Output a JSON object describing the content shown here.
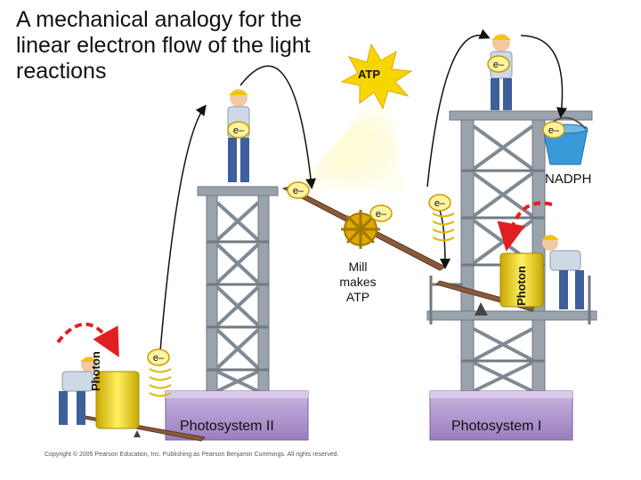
{
  "title": "A mechanical analogy for the linear electron flow of the light reactions",
  "electron_label": "e–",
  "atp_label": "ATP",
  "nadph_label": "NADPH",
  "mill_label_lines": [
    "Mill",
    "makes",
    "ATP"
  ],
  "photon_label": "Photon",
  "photosystem_ii_label": "Photosystem II",
  "photosystem_i_label": "Photosystem I",
  "copyright": "Copyright © 2005 Pearson Education, Inc. Publishing as Pearson Benjamin Cummings. All rights reserved.",
  "colors": {
    "tower": "#9aa3ab",
    "tower_dark": "#6f7a84",
    "base": "#a88bc8",
    "base_top": "#c9b6e0",
    "electron_fill": "#fff3a0",
    "electron_stroke": "#c99a00",
    "photon_cylinder": "#f5d800",
    "mill_wheel": "#e0a800",
    "ramp": "#8a5a3a",
    "bucket": "#3a9ad9",
    "atp_glow": "#fff59a",
    "arrow_red": "#e02020",
    "worker_shirt": "#cfd9e6",
    "worker_pants": "#3d5f9a",
    "hardhat": "#f5c400"
  }
}
